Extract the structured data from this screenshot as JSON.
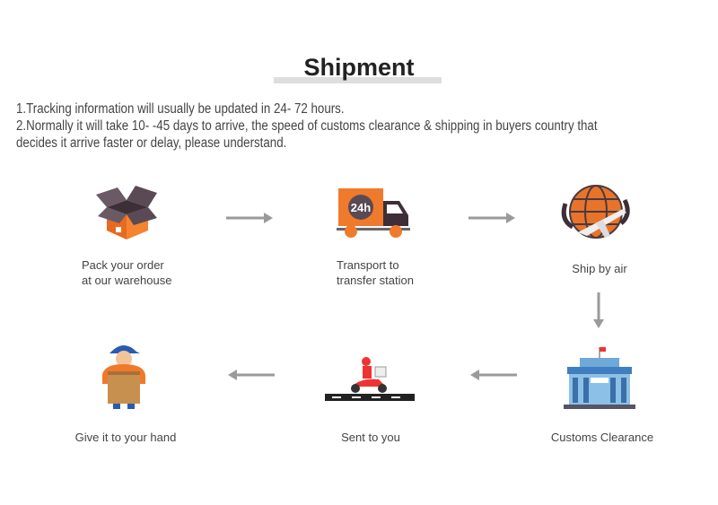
{
  "title": "Shipment",
  "notes": [
    "1.Tracking information will usually be updated in 24- 72 hours.",
    "2.Normally it will take 10- -45 days to arrive, the speed of customs clearance & shipping in buyers country that",
    "decides it arrive faster or delay, please understand."
  ],
  "steps": [
    {
      "icon": "package-box-icon",
      "line1": "Pack your order",
      "line2": "at our warehouse"
    },
    {
      "icon": "delivery-truck-icon",
      "badge": "24h",
      "line1": "Transport to",
      "line2": "transfer station"
    },
    {
      "icon": "globe-airplane-icon",
      "line1": "Ship by air"
    },
    {
      "icon": "customs-building-icon",
      "line1": "Customs Clearance"
    },
    {
      "icon": "scooter-courier-icon",
      "line1": "Sent to you"
    },
    {
      "icon": "courier-with-box-icon",
      "line1": "Give it to your hand"
    }
  ],
  "colors": {
    "accent": "#f07a2b",
    "dark": "#5a4a55",
    "arrow": "#9a9a9a"
  }
}
